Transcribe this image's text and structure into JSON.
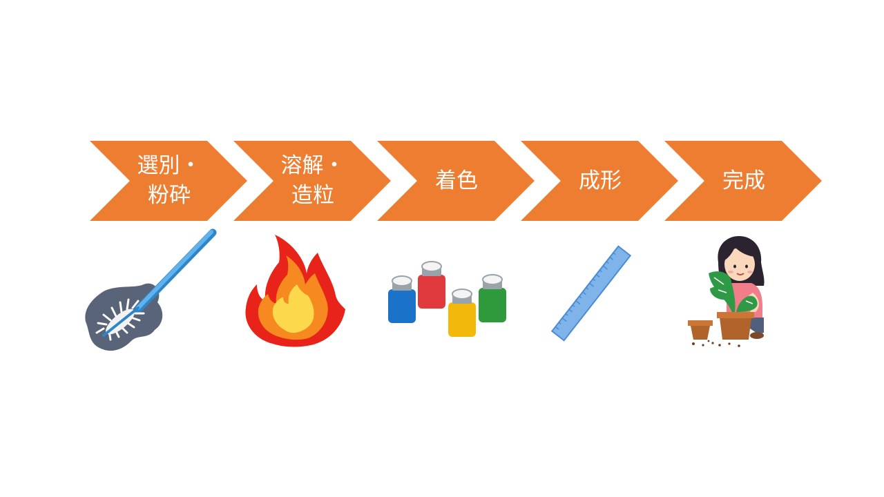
{
  "process": {
    "steps": [
      {
        "lines": [
          "選別・",
          "粉砕"
        ],
        "illustration": "brush-cleaning-icon"
      },
      {
        "lines": [
          "溶解・",
          "造粒"
        ],
        "illustration": "fire-icon"
      },
      {
        "lines": [
          "着色"
        ],
        "illustration": "paint-bottles-icon"
      },
      {
        "lines": [
          "成形"
        ],
        "illustration": "ruler-icon"
      },
      {
        "lines": [
          "完成"
        ],
        "illustration": "girl-with-potted-plant-icon"
      }
    ]
  },
  "colors": {
    "chevron": "#ED7D31",
    "label_text": "#FFFFFF"
  }
}
